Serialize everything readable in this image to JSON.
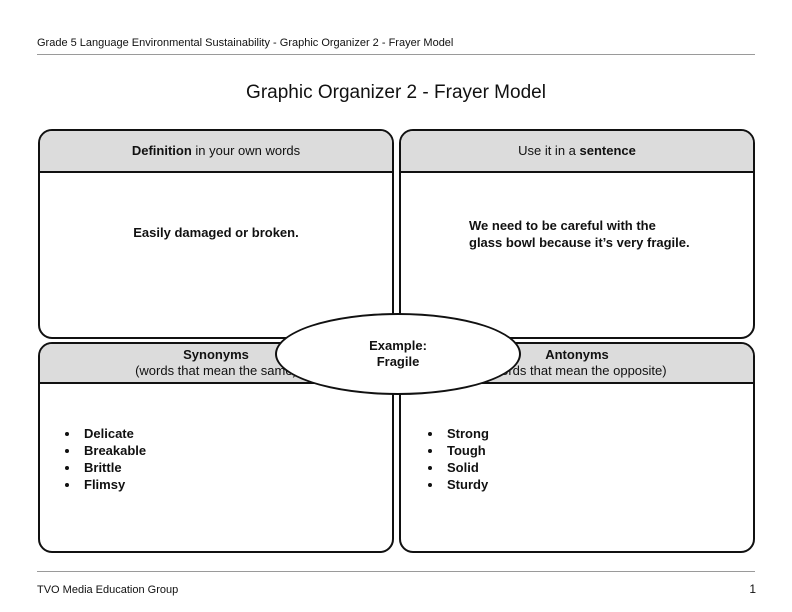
{
  "header": {
    "text": "Grade 5 Language Environmental Sustainability - Graphic Organizer 2 - Frayer Model"
  },
  "title": "Graphic Organizer 2 - Frayer Model",
  "definition": {
    "label_bold": "Definition",
    "label_rest": " in your own words",
    "text": "Easily damaged or broken."
  },
  "sentence": {
    "label_rest": "Use it in a ",
    "label_bold": "sentence",
    "line1": "We need to be careful with the",
    "line2": "glass bowl because it’s very fragile."
  },
  "synonyms": {
    "label": "Synonyms",
    "sublabel": "(words that mean the same)",
    "items": [
      "Delicate",
      "Breakable",
      "Brittle",
      "Flimsy"
    ]
  },
  "antonyms": {
    "label": "Antonyms",
    "sublabel": "(words that mean the opposite)",
    "items": [
      "Strong",
      "Tough",
      "Solid",
      "Sturdy"
    ]
  },
  "example": {
    "label": "Example:",
    "word": "Fragile"
  },
  "footer": {
    "org": "TVO Media Education Group",
    "page": "1"
  }
}
